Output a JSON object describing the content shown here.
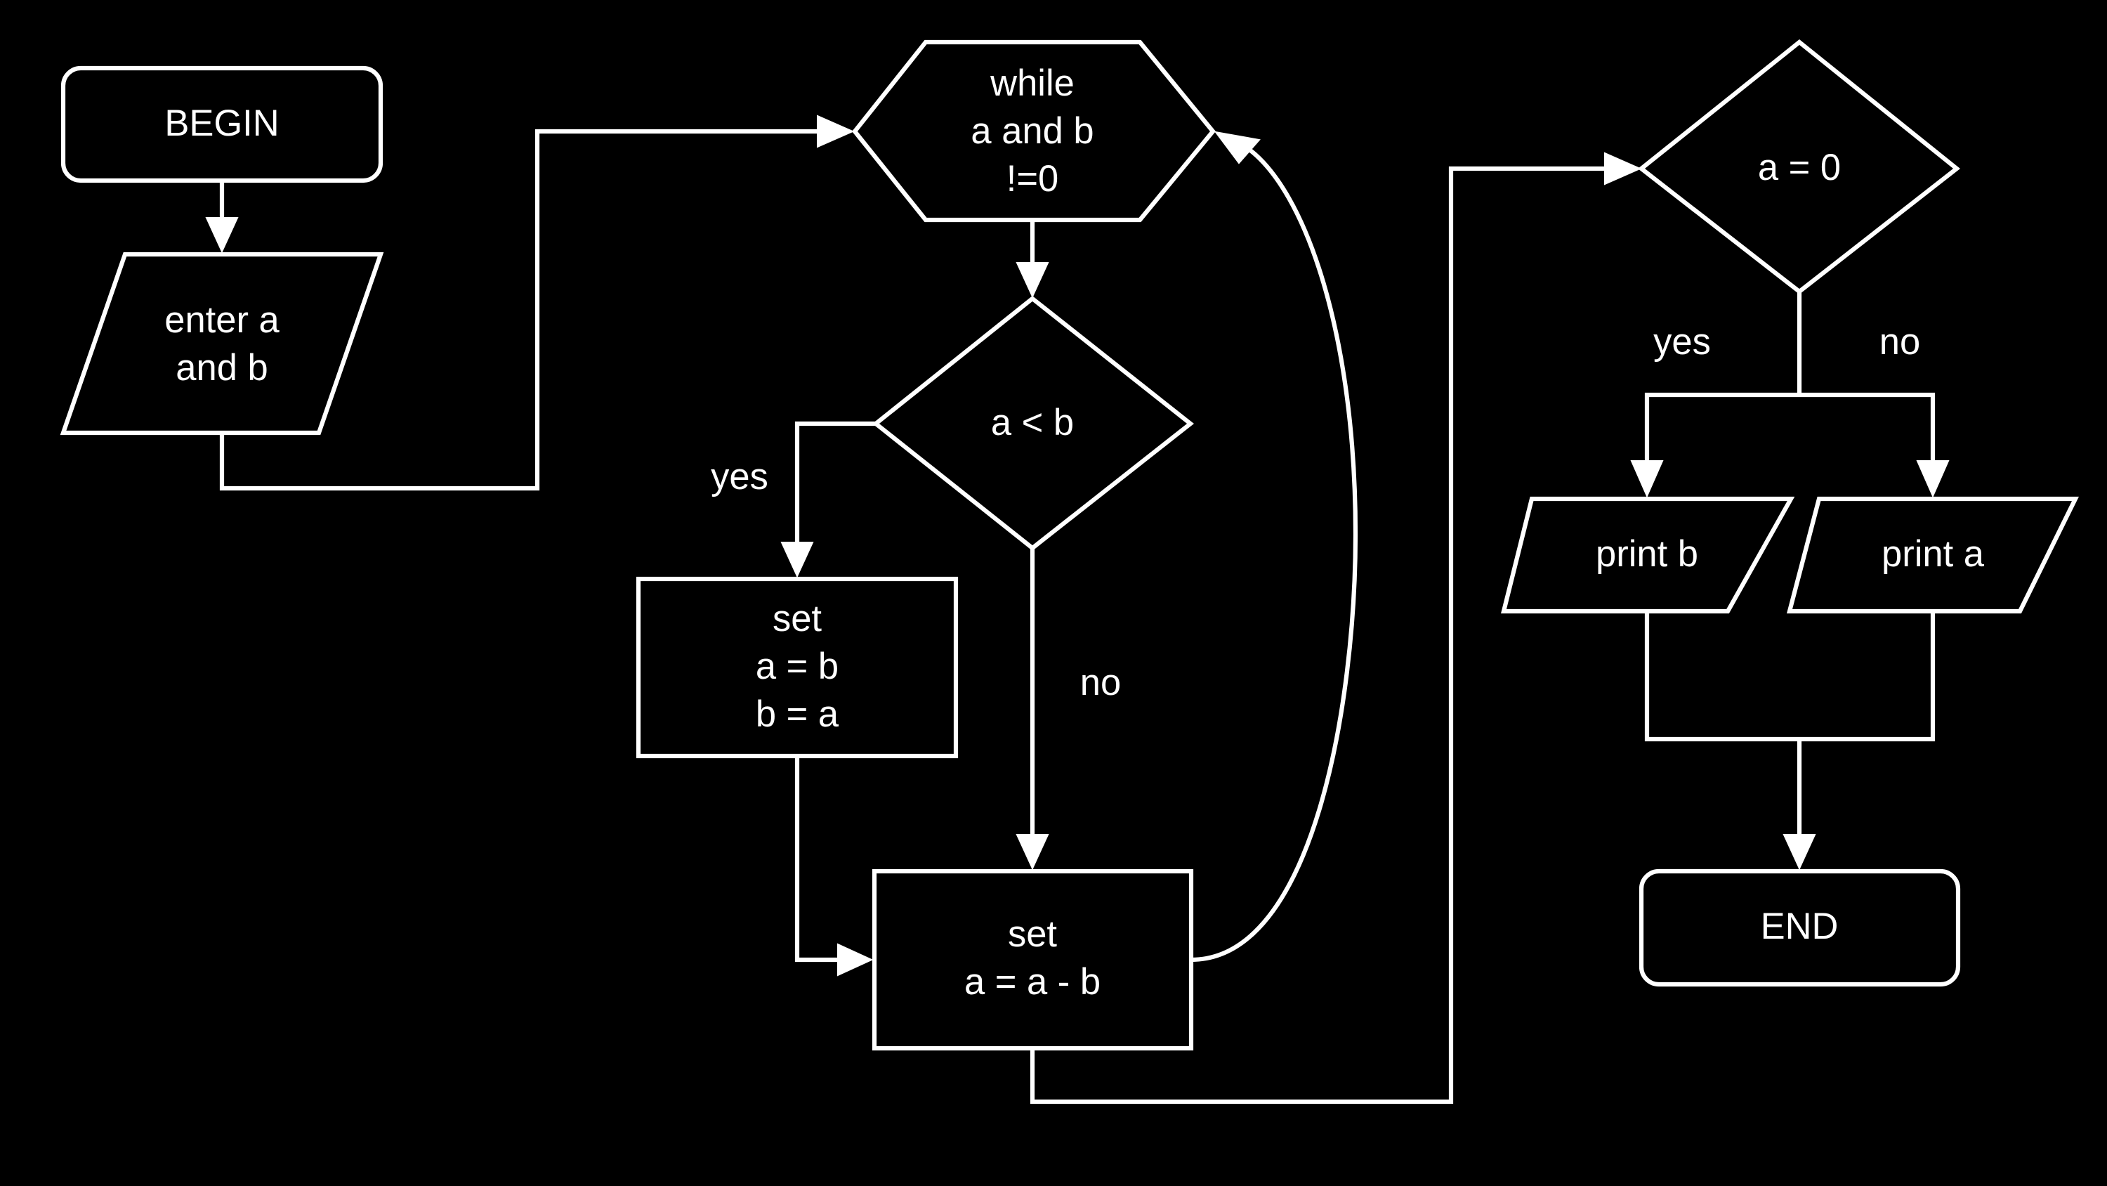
{
  "colors": {
    "background": "#000000",
    "foreground": "#ffffff"
  },
  "nodes": {
    "begin": "BEGIN",
    "input_ab": [
      "enter a",
      "and b"
    ],
    "while_loop": [
      "while",
      "a and b",
      "!=0"
    ],
    "compare": "a < b",
    "swap": [
      "set",
      "a = b",
      "b = a"
    ],
    "subtract": [
      "set",
      "a = a - b"
    ],
    "check_zero": "a = 0",
    "print_b": "print b",
    "print_a": "print a",
    "end": "END"
  },
  "edge_labels": {
    "compare_yes": "yes",
    "compare_no": "no",
    "zero_yes": "yes",
    "zero_no": "no"
  }
}
